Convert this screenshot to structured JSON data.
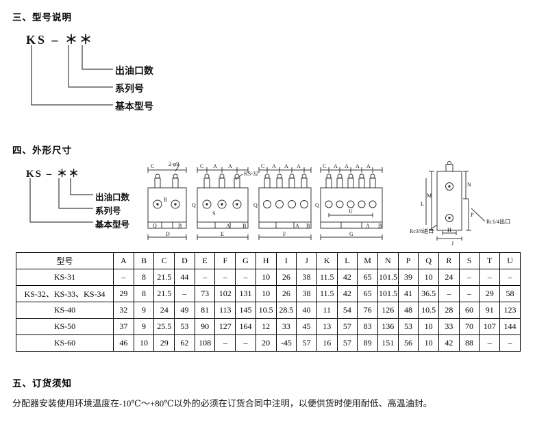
{
  "section3": {
    "heading": "三、型号说明",
    "model_code": "KS – ＊＊",
    "label_outlets": "出油口数",
    "label_series": "系列号",
    "label_base": "基本型号"
  },
  "section4": {
    "heading": "四、外形尺寸",
    "model_code": "KS – ＊＊",
    "label_outlets": "出油口数",
    "label_series": "系列号",
    "label_base": "基本型号",
    "drawings": {
      "v1": {
        "c": "C",
        "note": "2-φ9",
        "r": "R",
        "q": "Q",
        "b": "B",
        "d": "D"
      },
      "v2": {
        "c": "C",
        "a1": "A",
        "a2": "A",
        "note": "KS-32",
        "q": "Q",
        "s": "S",
        "a": "A",
        "b": "B",
        "e": "E"
      },
      "v3": {
        "c": "C",
        "a1": "A",
        "a2": "A",
        "a3": "A",
        "q": "Q",
        "a": "A",
        "b": "B",
        "f": "F"
      },
      "v4": {
        "c": "C",
        "a1": "A",
        "a2": "A",
        "a3": "A",
        "a4": "A",
        "q": "Q",
        "u": "U",
        "a": "A",
        "b": "B",
        "g": "G"
      },
      "v5": {
        "m": "M",
        "l": "L",
        "n": "N",
        "p": "P",
        "h": "H",
        "j": "J",
        "inlet": "Rc3/8进口",
        "outlet": "Rc1/4出口"
      }
    }
  },
  "table": {
    "headers": [
      "型号",
      "A",
      "B",
      "C",
      "D",
      "E",
      "F",
      "G",
      "H",
      "I",
      "J",
      "K",
      "L",
      "M",
      "N",
      "P",
      "Q",
      "R",
      "S",
      "T",
      "U"
    ],
    "rows": [
      [
        "KS-31",
        "–",
        "8",
        "21.5",
        "44",
        "–",
        "–",
        "–",
        "10",
        "26",
        "38",
        "11.5",
        "42",
        "65",
        "101.5",
        "39",
        "10",
        "24",
        "–",
        "–",
        "–"
      ],
      [
        "KS-32、KS-33、KS-34",
        "29",
        "8",
        "21.5",
        "–",
        "73",
        "102",
        "131",
        "10",
        "26",
        "38",
        "11.5",
        "42",
        "65",
        "101.5",
        "41",
        "36.5",
        "–",
        "–",
        "29",
        "58"
      ],
      [
        "KS-40",
        "32",
        "9",
        "24",
        "49",
        "81",
        "113",
        "145",
        "10.5",
        "28.5",
        "40",
        "11",
        "54",
        "76",
        "126",
        "48",
        "10.5",
        "28",
        "60",
        "91",
        "123"
      ],
      [
        "KS-50",
        "37",
        "9",
        "25.5",
        "53",
        "90",
        "127",
        "164",
        "12",
        "33",
        "45",
        "13",
        "57",
        "83",
        "136",
        "53",
        "10",
        "33",
        "70",
        "107",
        "144"
      ],
      [
        "KS-60",
        "46",
        "10",
        "29",
        "62",
        "108",
        "–",
        "–",
        "20",
        "-45",
        "57",
        "16",
        "57",
        "89",
        "151",
        "56",
        "10",
        "42",
        "88",
        "–",
        "–"
      ]
    ]
  },
  "section5": {
    "heading": "五、订货须知",
    "body": "分配器安装使用环境温度在-10℃～+80℃以外的必须在订货合同中注明，以便供货时使用耐低、高温油封。"
  }
}
